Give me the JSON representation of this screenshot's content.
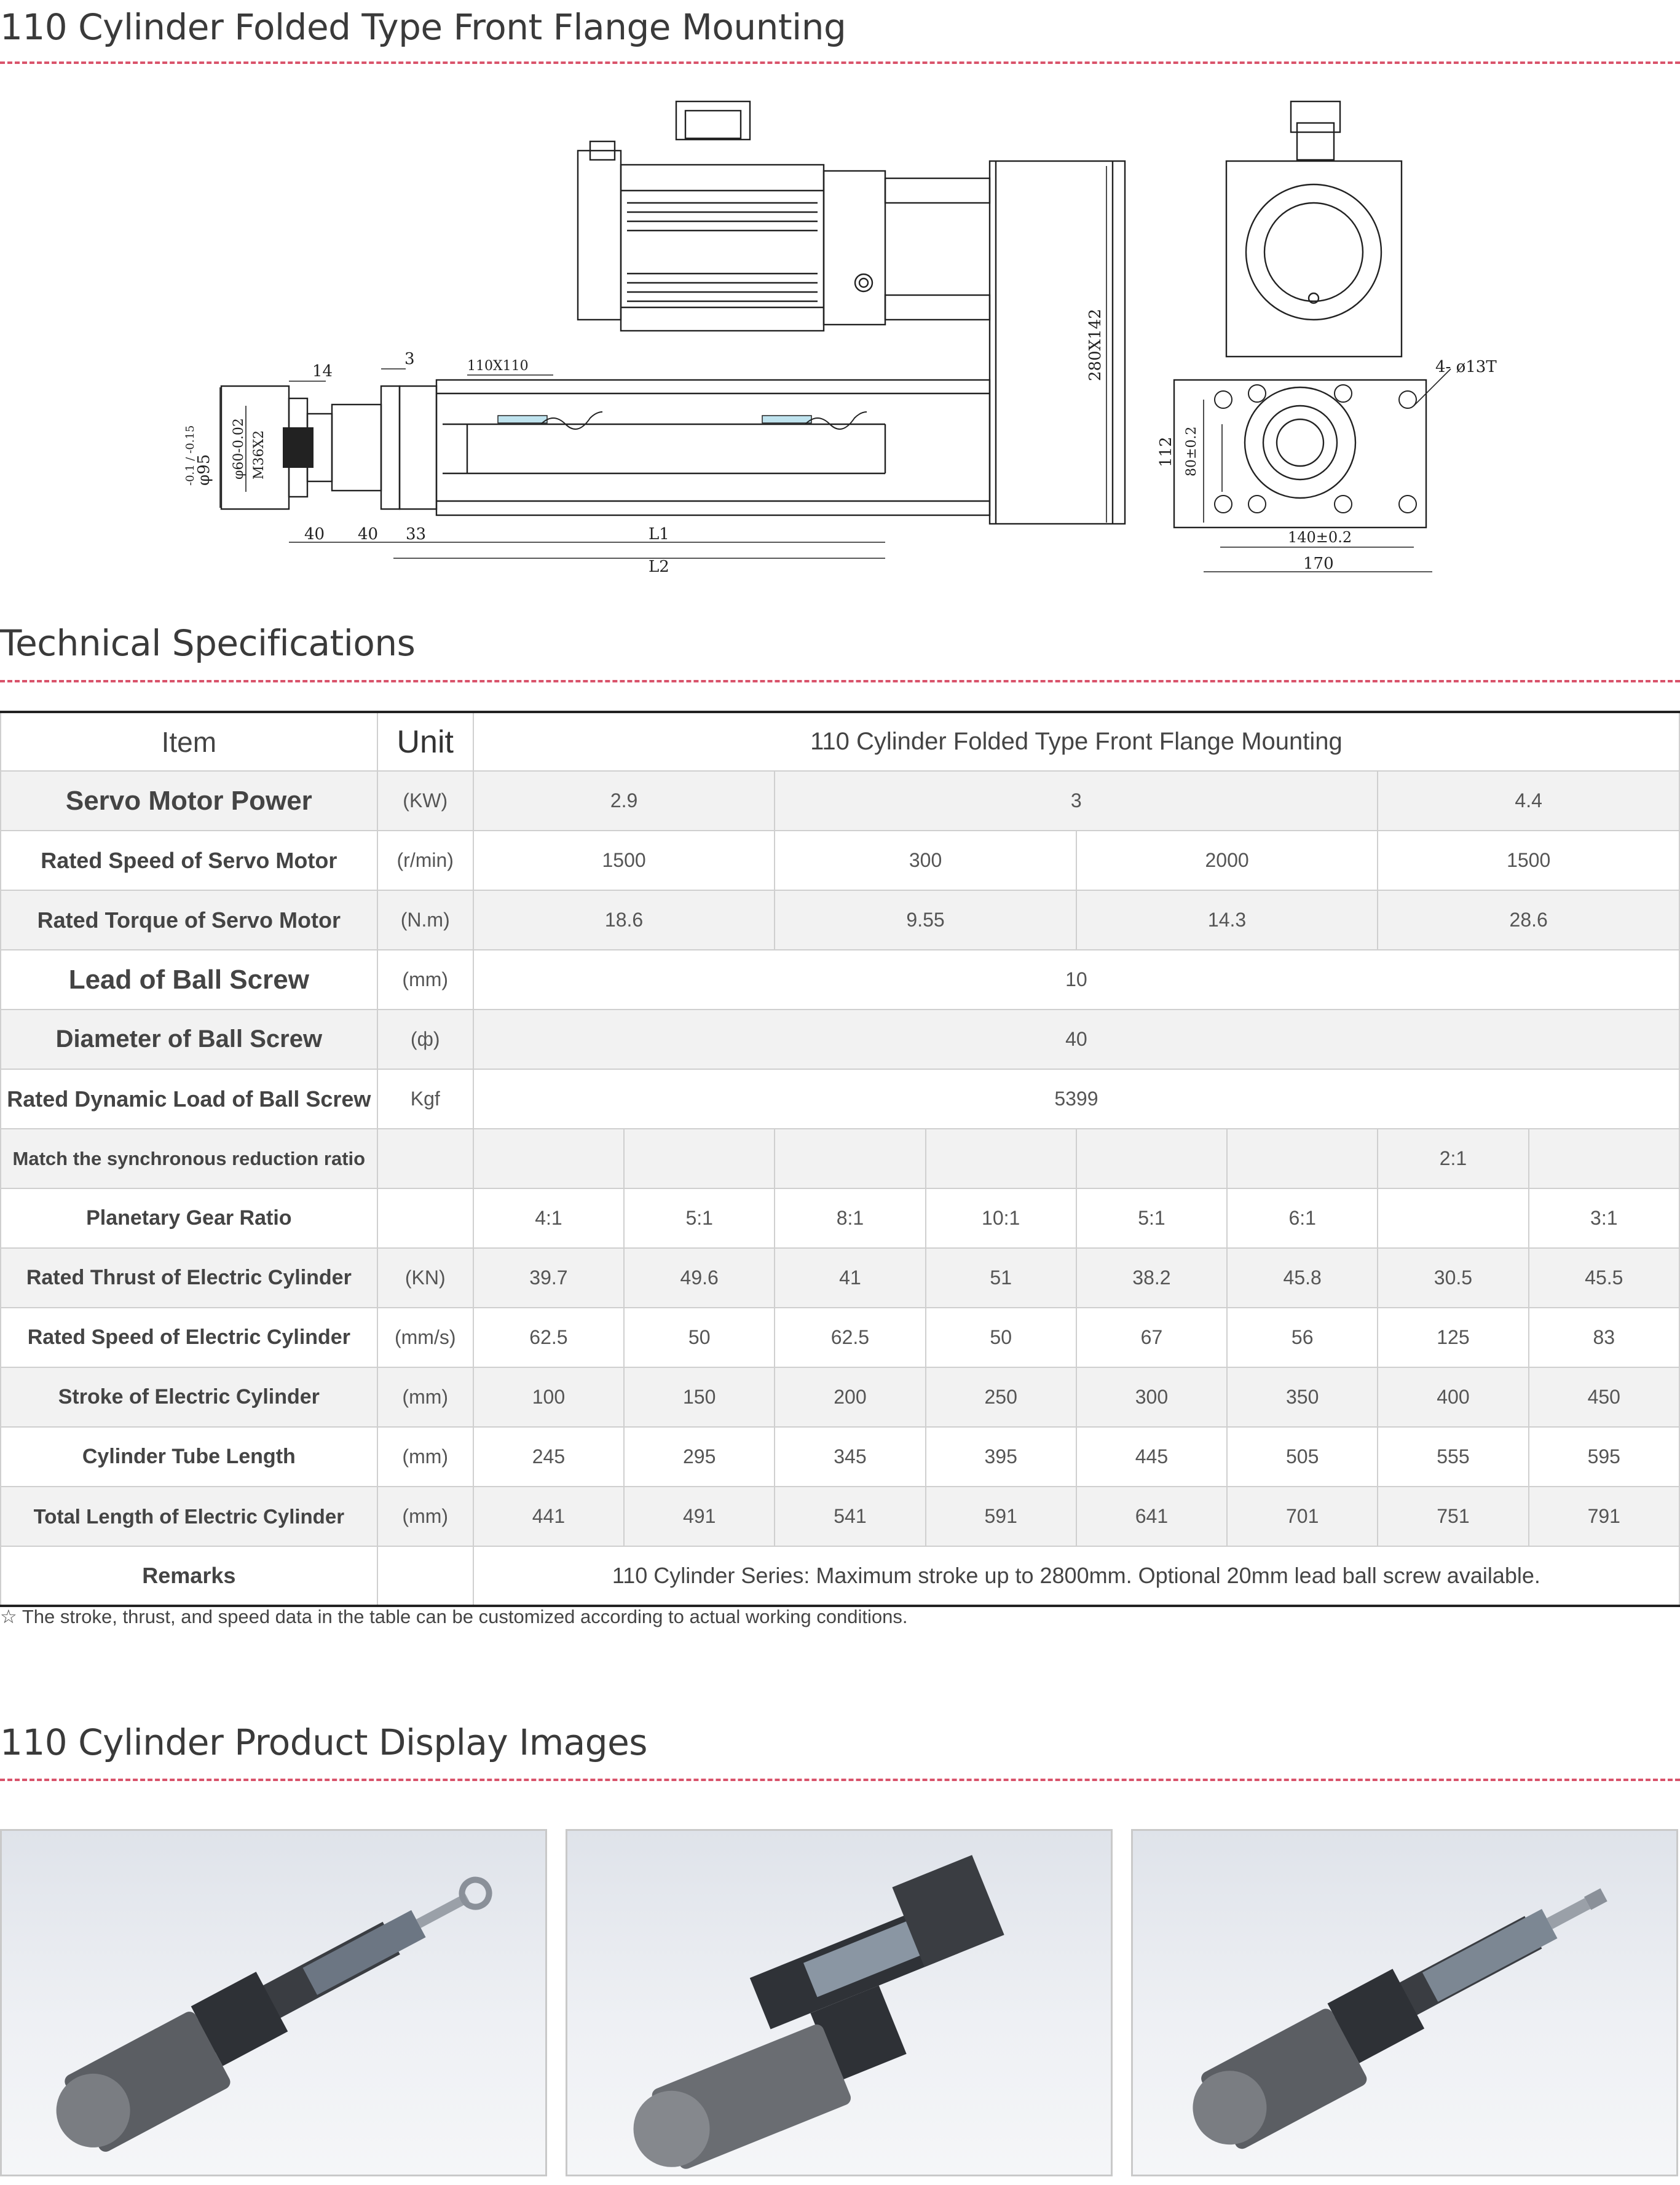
{
  "section1": {
    "title": "110 Cylinder Folded Type Front Flange Mounting"
  },
  "drawing": {
    "labels": {
      "d14": "14",
      "d3": "3",
      "d110": "110X110",
      "d280": "280X142",
      "d4holes": "4- ø13T",
      "d95": "φ95",
      "d95tol": "-0.1 / -0.15",
      "d60": "φ60-0.02",
      "m36": "M36X2",
      "d40a": "40",
      "d40b": "40",
      "d33": "33",
      "L1": "L1",
      "L2": "L2",
      "d112": "112",
      "d80": "80±0.2",
      "d140": "140±0.2",
      "d170": "170"
    }
  },
  "section2": {
    "title": "Technical Specifications"
  },
  "table": {
    "header": {
      "item": "Item",
      "unit": "Unit",
      "title": "110 Cylinder Folded Type Front Flange Mounting"
    },
    "servo_power": {
      "label": "Servo Motor Power",
      "unit": "(KW)",
      "values": [
        "2.9",
        "3",
        "4.4"
      ]
    },
    "rated_speed_motor": {
      "label": "Rated Speed of Servo Motor",
      "unit": "(r/min)",
      "values": [
        "1500",
        "300",
        "2000",
        "1500"
      ]
    },
    "rated_torque": {
      "label": "Rated Torque of Servo Motor",
      "unit": "(N.m)",
      "values": [
        "18.6",
        "9.55",
        "14.3",
        "28.6"
      ]
    },
    "lead": {
      "label": "Lead of Ball Screw",
      "unit": "(mm)",
      "value": "10"
    },
    "diameter": {
      "label": "Diameter of Ball Screw",
      "unit": "(ф)",
      "value": "40"
    },
    "dynamic_load": {
      "label": "Rated Dynamic Load of Ball Screw",
      "unit": "Kgf",
      "value": "5399"
    },
    "sync_ratio": {
      "label": "Match the synchronous reduction ratio",
      "unit": "",
      "values": [
        "",
        "",
        "",
        "",
        "",
        "",
        "2:1",
        ""
      ]
    },
    "planetary": {
      "label": "Planetary Gear Ratio",
      "unit": "",
      "values": [
        "4:1",
        "5:1",
        "8:1",
        "10:1",
        "5:1",
        "6:1",
        "",
        "3:1"
      ]
    },
    "thrust": {
      "label": "Rated Thrust of Electric Cylinder",
      "unit": "(KN)",
      "values": [
        "39.7",
        "49.6",
        "41",
        "51",
        "38.2",
        "45.8",
        "30.5",
        "45.5"
      ]
    },
    "cyl_speed": {
      "label": "Rated Speed of Electric Cylinder",
      "unit": "(mm/s)",
      "values": [
        "62.5",
        "50",
        "62.5",
        "50",
        "67",
        "56",
        "125",
        "83"
      ]
    },
    "stroke": {
      "label": "Stroke of Electric Cylinder",
      "unit": "(mm)",
      "values": [
        "100",
        "150",
        "200",
        "250",
        "300",
        "350",
        "400",
        "450"
      ]
    },
    "tube_length": {
      "label": "Cylinder Tube Length",
      "unit": "(mm)",
      "values": [
        "245",
        "295",
        "345",
        "395",
        "445",
        "505",
        "555",
        "595"
      ]
    },
    "total_length": {
      "label": "Total Length of Electric Cylinder",
      "unit": "(mm)",
      "values": [
        "441",
        "491",
        "541",
        "591",
        "641",
        "701",
        "751",
        "791"
      ]
    },
    "remarks": {
      "label": "Remarks",
      "unit": "",
      "value": "110 Cylinder Series: Maximum stroke up to 2800mm. Optional 20mm lead ball screw available."
    }
  },
  "footnote": "☆ The stroke, thrust, and speed data in the table can be customized according to actual working conditions.",
  "section3": {
    "title": "110 Cylinder Product Display Images"
  }
}
